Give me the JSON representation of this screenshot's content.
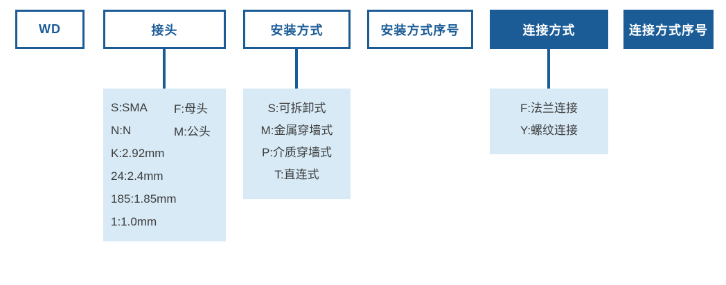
{
  "colors": {
    "primary": "#1B5C96",
    "legend-bg": "#D7EAF6",
    "legend-text": "#3D3D3D",
    "box-text-light": "#FFFFFF"
  },
  "code_boxes": [
    {
      "label": "WD",
      "style": "outline"
    },
    {
      "label": "接头",
      "style": "outline"
    },
    {
      "label": "安装方式",
      "style": "outline"
    },
    {
      "label": "安装方式序号",
      "style": "outline"
    },
    {
      "label": "连接方式",
      "style": "filled"
    },
    {
      "label": "连接方式序号",
      "style": "filled"
    }
  ],
  "legends": [
    {
      "lines": [
        {
          "left": "S:SMA",
          "right": "F:母头"
        },
        {
          "left": "N:N",
          "right": "M:公头"
        },
        {
          "left": "K:2.92mm"
        },
        {
          "left": "24:2.4mm"
        },
        {
          "left": "185:1.85mm"
        },
        {
          "left": "1:1.0mm"
        }
      ]
    },
    {
      "lines": [
        "S:可拆卸式",
        "M:金属穿墙式",
        "P:介质穿墙式",
        "T:直连式"
      ]
    },
    {
      "lines": [
        "F:法兰连接",
        "Y:螺纹连接"
      ]
    }
  ]
}
